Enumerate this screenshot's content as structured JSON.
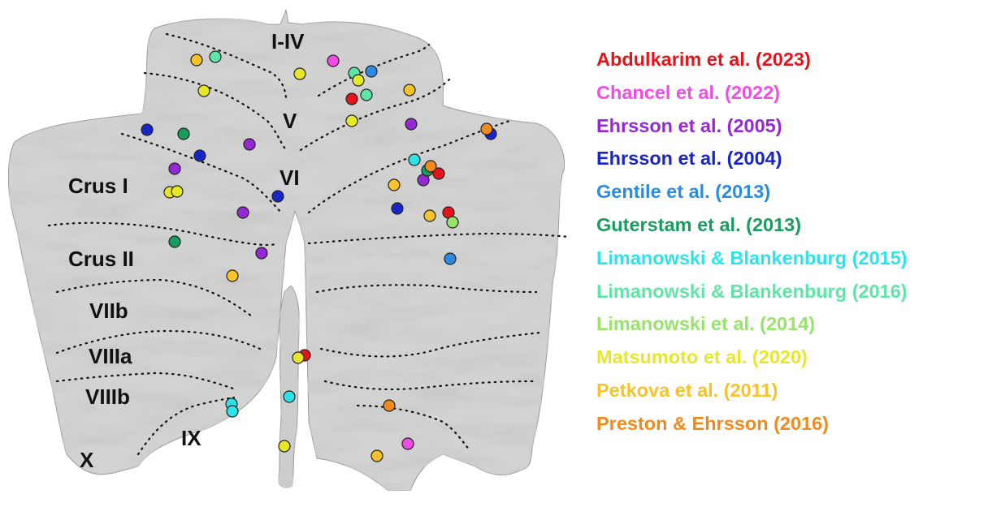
{
  "lobule_labels": {
    "i_iv": "I-IV",
    "v": "V",
    "vi": "VI",
    "crus_i": "Crus I",
    "crus_ii": "Crus II",
    "viib": "VIIb",
    "viiia": "VIIIa",
    "viiib": "VIIIb",
    "ix": "IX",
    "x": "X"
  },
  "studies": [
    {
      "label": "Abdulkarim et al. (2023)",
      "color": "#e5141b"
    },
    {
      "label": "Chancel et al. (2022)",
      "color": "#f04ce6"
    },
    {
      "label": "Ehrsson et al. (2005)",
      "color": "#9527d4"
    },
    {
      "label": "Ehrsson et al. (2004)",
      "color": "#1826c8"
    },
    {
      "label": "Gentile et al. (2013)",
      "color": "#2a8be0"
    },
    {
      "label": "Guterstam et al. (2013)",
      "color": "#1a9b60"
    },
    {
      "label": "Limanowski & Blankenburg (2015)",
      "color": "#2ee2ea"
    },
    {
      "label": "Limanowski & Blankenburg (2016)",
      "color": "#5de6a8"
    },
    {
      "label": "Limanowski et al. (2014)",
      "color": "#98e36a"
    },
    {
      "label": "Matsumoto et al. (2020)",
      "color": "#e7e72a"
    },
    {
      "label": "Petkova et al. (2011)",
      "color": "#f7c22a"
    },
    {
      "label": "Preston & Ehrsson (2016)",
      "color": "#f08a1c"
    }
  ]
}
